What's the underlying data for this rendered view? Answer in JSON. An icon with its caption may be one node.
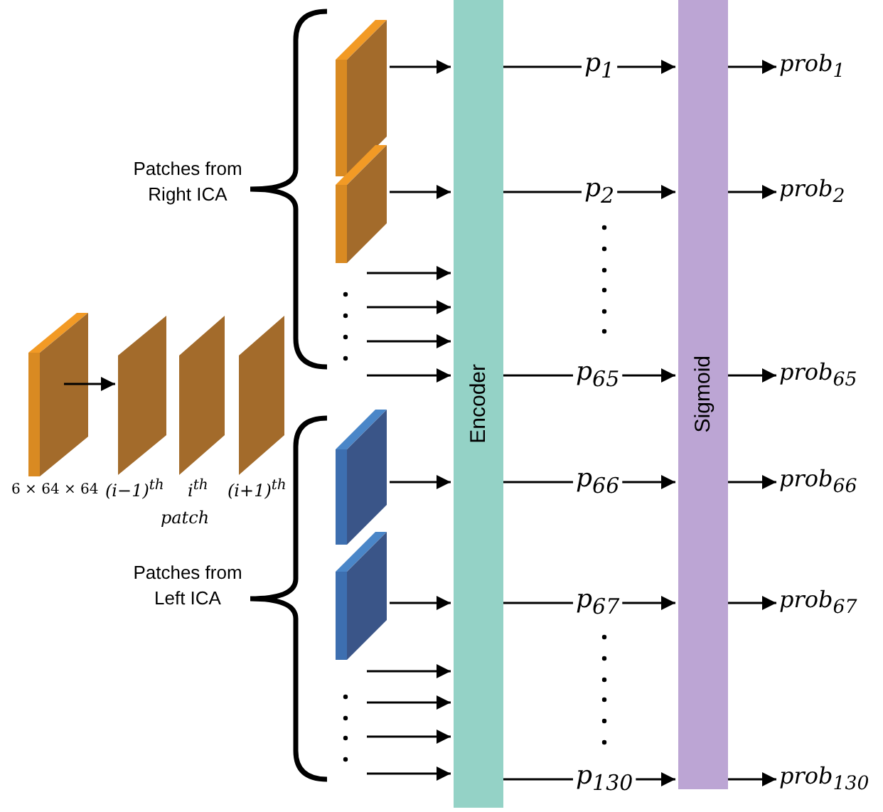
{
  "diagram": {
    "nodes": [
      {
        "text": [],
        "shape": "box",
        "beside": [
          "6 × 64 × 64"
        ]
      },
      {
        "text": [],
        "shape": "box",
        "beside": [
          "(i−1)$^{th}$"
        ]
      },
      {
        "text": [],
        "shape": "box",
        "beside": [
          "i$^{th}$"
        ]
      },
      {
        "text": [],
        "shape": "box",
        "beside": [
          "(i+1)$^{th}$"
        ]
      },
      {
        "text": [],
        "shape": "box"
      },
      {
        "text": [],
        "shape": "box"
      },
      {
        "text": [],
        "shape": "box"
      },
      {
        "text": [],
        "shape": "box"
      },
      {
        "text": [
          "Encoder"
        ]
      },
      {
        "text": [
          "p$_{1}$"
        ]
      },
      {
        "text": [
          "p$_{2}$"
        ]
      },
      {
        "text": [
          "p$_{65}$"
        ]
      },
      {
        "text": [
          "p$_{66}$"
        ]
      },
      {
        "text": [
          "p$_{67}$"
        ]
      },
      {
        "text": [
          "p$_{130}$"
        ]
      },
      {
        "text": [
          "Sigmoid"
        ]
      },
      {
        "text": [
          "prob$_{1}$"
        ]
      },
      {
        "text": [
          "prob$_{2}$"
        ]
      },
      {
        "text": [
          "prob$_{65}$"
        ]
      },
      {
        "text": [
          "prob$_{66}$"
        ]
      },
      {
        "text": [
          "prob$_{67}$"
        ]
      },
      {
        "text": [
          "prob$_{130}$"
        ]
      }
    ],
    "edges": [
      {
        "from": 0,
        "to": 1,
        "arrow": "to"
      },
      {
        "from": 4,
        "to": 8,
        "arrow": "to"
      },
      {
        "from": 5,
        "to": 8,
        "arrow": "to"
      },
      {
        "from": null,
        "to": 8,
        "arrow": "to"
      },
      {
        "from": null,
        "to": 8,
        "arrow": "to"
      },
      {
        "from": null,
        "to": 8,
        "arrow": "to"
      },
      {
        "from": null,
        "to": 8,
        "arrow": "to"
      },
      {
        "from": 6,
        "to": 8,
        "arrow": "to"
      },
      {
        "from": 7,
        "to": 8,
        "arrow": "to"
      },
      {
        "from": null,
        "to": 8,
        "arrow": "to"
      },
      {
        "from": null,
        "to": 8,
        "arrow": "to"
      },
      {
        "from": null,
        "to": 8,
        "arrow": "to"
      },
      {
        "from": null,
        "to": 8,
        "arrow": "to"
      },
      {
        "from": 8,
        "to": 9,
        "arrow": "none"
      },
      {
        "from": 8,
        "to": 10,
        "arrow": "none"
      },
      {
        "from": 8,
        "to": 11,
        "arrow": "none"
      },
      {
        "from": 8,
        "to": 12,
        "arrow": "none"
      },
      {
        "from": 8,
        "to": 13,
        "arrow": "none"
      },
      {
        "from": 8,
        "to": 14,
        "arrow": "none"
      },
      {
        "from": 9,
        "to": 15,
        "arrow": "to"
      },
      {
        "from": 10,
        "to": 15,
        "arrow": "to"
      },
      {
        "from": 11,
        "to": 15,
        "arrow": "to"
      },
      {
        "from": 12,
        "to": 15,
        "arrow": "to"
      },
      {
        "from": 13,
        "to": 15,
        "arrow": "to"
      },
      {
        "from": 14,
        "to": 15,
        "arrow": "to"
      },
      {
        "from": 15,
        "to": 16,
        "arrow": "to"
      },
      {
        "from": 15,
        "to": 17,
        "arrow": "to"
      },
      {
        "from": 15,
        "to": 18,
        "arrow": "to"
      },
      {
        "from": 15,
        "to": 19,
        "arrow": "to"
      },
      {
        "from": 15,
        "to": 20,
        "arrow": "to"
      },
      {
        "from": 15,
        "to": 21,
        "arrow": "to"
      }
    ],
    "labels": [
      "patch",
      "Patches from Right ICA",
      "Patches from Left ICA"
    ]
  }
}
